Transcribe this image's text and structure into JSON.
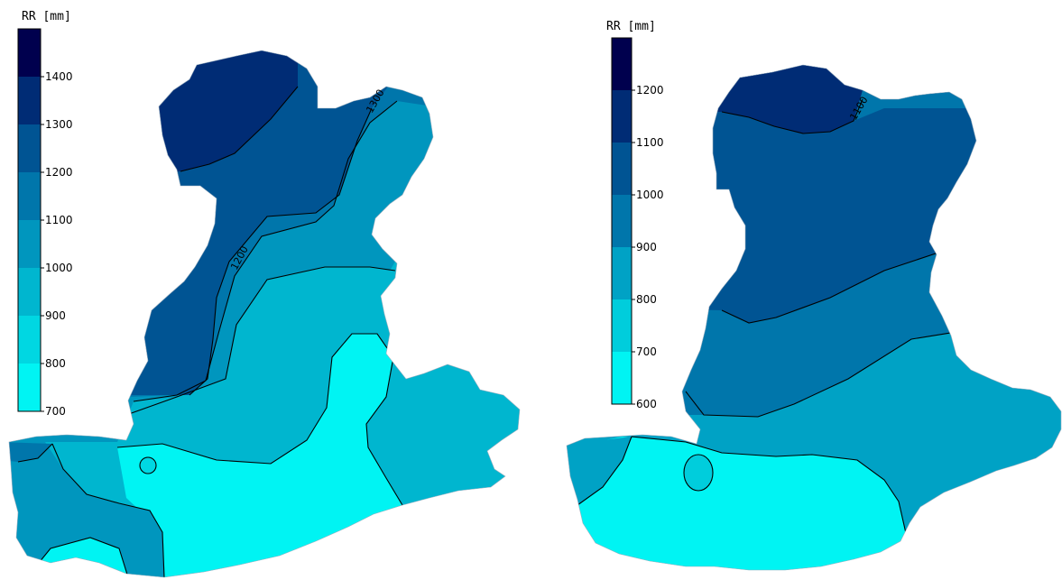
{
  "maps": [
    {
      "legend": {
        "title": "RR  [mm]",
        "ticks": [
          "1400",
          "1300",
          "1200",
          "1100",
          "1000",
          "900",
          "800",
          "700"
        ],
        "colors": [
          "#00004e",
          "#002c75",
          "#005493",
          "#0076ab",
          "#0096be",
          "#00b6cf",
          "#00d7e2",
          "#00f4f3"
        ]
      },
      "contour_labels": [
        "1200",
        "1300"
      ]
    },
    {
      "legend": {
        "title": "RR  [mm]",
        "ticks": [
          "1200",
          "1100",
          "1000",
          "900",
          "800",
          "700",
          "600"
        ],
        "colors": [
          "#00004e",
          "#002c75",
          "#005493",
          "#0076ab",
          "#00a2c5",
          "#00cddc",
          "#00f4f3"
        ]
      },
      "contour_labels": [
        "1100"
      ]
    }
  ]
}
